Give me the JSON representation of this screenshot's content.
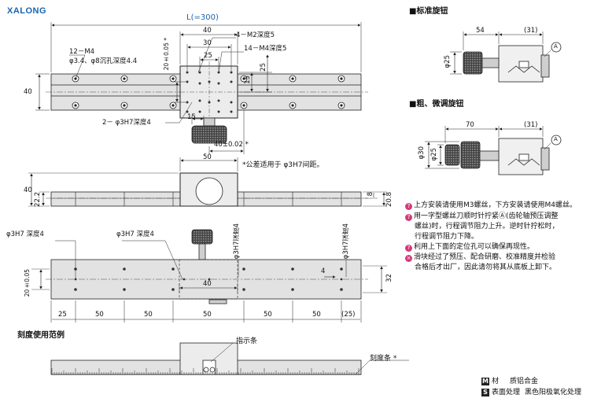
{
  "brand": "XALONG",
  "top_view": {
    "length_label": "L(=300)",
    "dim_40": "40",
    "dim_30": "30",
    "dim_25": "25",
    "dim_20_tol": "20±0.05 *",
    "dim_15": "15",
    "dim_25v": "25",
    "dim_40_height": "40",
    "dim_15_knob": "15",
    "dim_40_tol": "40±0.02 *",
    "screw_m4": "12－M4",
    "counterbore": "φ3.4、φ8沉孔深度4.4",
    "m2_depth": "4－M2深度5",
    "m4_depth": "14－M4深度5",
    "pin_hole": "2－ φ3H7深度4"
  },
  "side_view": {
    "dim_50": "50",
    "tolerance_note": "*公差适用于 φ3H7间距。",
    "dim_40": "40",
    "dim_22_2": "22.2",
    "dim_8": "8",
    "dim_20_8": "20.8"
  },
  "bottom_view": {
    "pin_left": "φ3H7 深度4",
    "pin_mid": "φ3H7 深度4",
    "pin_vert_mid": "φ3H7深度4",
    "pin_vert_right": "φ3H7深度4",
    "dim_40": "40",
    "dim_4": "4",
    "dim_20_tol": "20±0.05",
    "dim_32": "32",
    "pitch": [
      "25",
      "50",
      "50",
      "50",
      "50",
      "50",
      "(25)"
    ]
  },
  "scale_example": {
    "title": "刻度使用范例",
    "indicator": "指示条",
    "scale_strip": "刻度条 *"
  },
  "knob_standard": {
    "title": "■标准旋钮",
    "dim_54": "54",
    "dim_31": "(31)",
    "dim_phi25": "φ25",
    "marker": "A"
  },
  "knob_fine": {
    "title": "■粗、微调旋钮",
    "dim_70": "70",
    "dim_31": "(31)",
    "dim_phi30": "φ30",
    "dim_phi25": "φ25",
    "marker": "A"
  },
  "notes": [
    "上方安装请使用M3螺丝，下方安装请使用M4螺丝。",
    "用一字型螺丝刀顺时针拧紧Ⓐ(齿轮轴预压调整",
    "螺丝)时，行程调节阻力上升。逆时针拧松时，",
    "行程调节阻力下降。",
    "利用上下面的定位孔可以确保再现性。",
    "滑块经过了预压、配合研磨、校准精度并检验",
    "合格后才出厂，因此请勿将其从底板上卸下。"
  ],
  "material": {
    "m_badge": "M",
    "m_label": "材",
    "m_value": "质铝合金",
    "s_badge": "S",
    "s_label": "表面处理",
    "s_value": "黑色阳极氧化处理"
  }
}
